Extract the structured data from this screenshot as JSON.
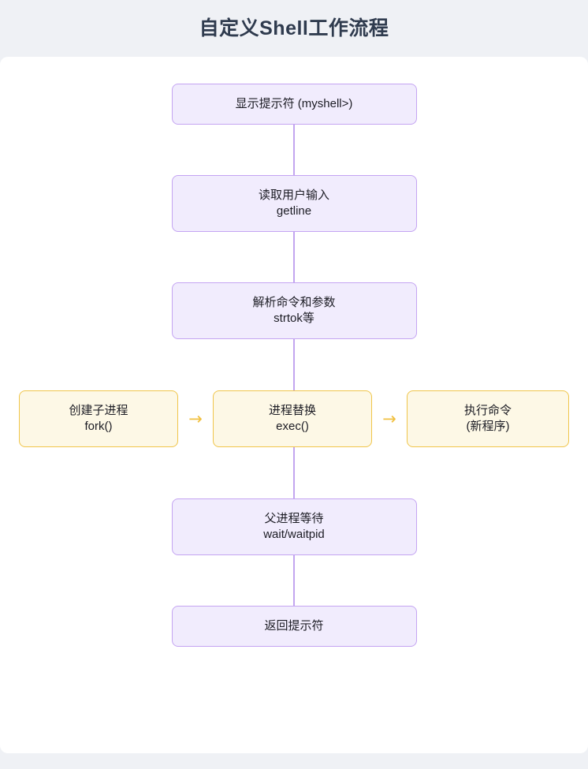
{
  "header": {
    "title": "自定义Shell工作流程"
  },
  "colors": {
    "page_background": "#eff1f5",
    "card_background": "#ffffff",
    "title_text": "#2f3b4e",
    "purple_fill": "#f1ecfd",
    "purple_border": "#c4a4f2",
    "amber_fill": "#fdf8e6",
    "amber_border": "#f0c54a",
    "connector": "#c3a6ef",
    "arrow": "#f0c040",
    "node_text": "#1c1c24"
  },
  "flow": {
    "nodes": [
      {
        "id": "prompt",
        "style": "purple",
        "line1": "显示提示符 (myshell>)",
        "line2": ""
      },
      {
        "id": "read-input",
        "style": "purple",
        "line1": "读取用户输入",
        "line2": "getline"
      },
      {
        "id": "parse-command",
        "style": "purple",
        "line1": "解析命令和参数",
        "line2": "strtok等"
      },
      {
        "id": "fork-child",
        "style": "amber",
        "line1": "创建子进程",
        "line2": "fork()"
      },
      {
        "id": "exec-replace",
        "style": "amber",
        "line1": "进程替换",
        "line2": "exec()"
      },
      {
        "id": "run-command",
        "style": "amber",
        "line1": "执行命令",
        "line2": "(新程序)"
      },
      {
        "id": "parent-wait",
        "style": "purple",
        "line1": "父进程等待",
        "line2": "wait/waitpid"
      },
      {
        "id": "return-prompt",
        "style": "purple",
        "line1": "返回提示符",
        "line2": ""
      }
    ],
    "arrows": {
      "right_glyph": "→"
    }
  }
}
